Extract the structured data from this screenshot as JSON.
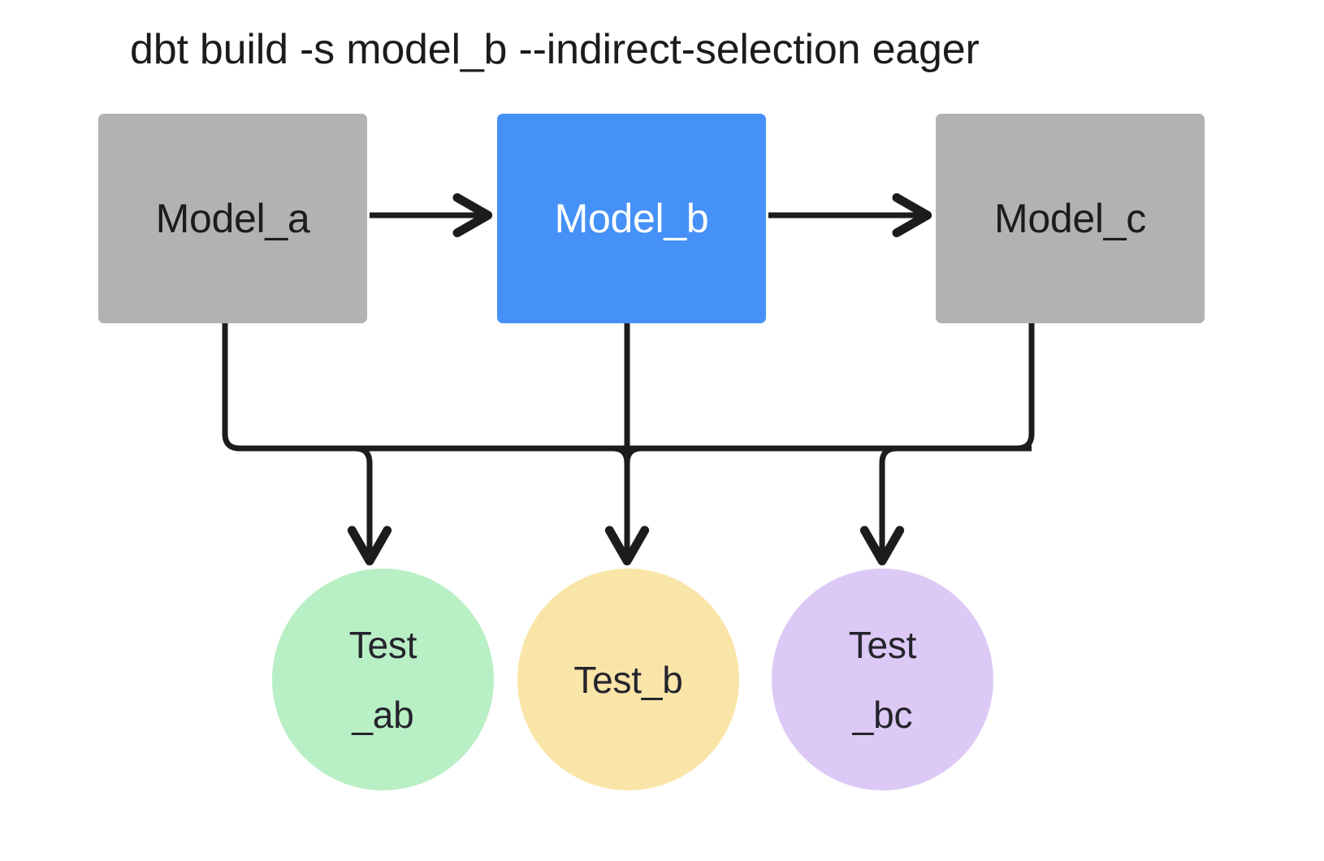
{
  "title": "dbt build -s model_b --indirect-selection eager",
  "colors": {
    "background": "#ffffff",
    "model_default_fill": "#b2b2b2",
    "model_selected_fill": "#4591f7",
    "model_default_text": "#1c1c1c",
    "model_selected_text": "#ffffff",
    "test_ab_fill": "#b9efc5",
    "test_b_fill": "#fae5a8",
    "test_bc_fill": "#ddc9f5",
    "test_text": "#24242c",
    "edge_stroke": "#1c1c1c"
  },
  "models": [
    {
      "id": "model_a",
      "label": "Model_a",
      "selected": false
    },
    {
      "id": "model_b",
      "label": "Model_b",
      "selected": true
    },
    {
      "id": "model_c",
      "label": "Model_c",
      "selected": false
    }
  ],
  "tests": [
    {
      "id": "test_ab",
      "label": "Test\n_ab"
    },
    {
      "id": "test_b",
      "label": "Test_b"
    },
    {
      "id": "test_bc",
      "label": "Test\n_bc"
    }
  ],
  "edges": [
    {
      "from": "model_a",
      "to": "model_b",
      "kind": "ref"
    },
    {
      "from": "model_b",
      "to": "model_c",
      "kind": "ref"
    },
    {
      "from": "model_a",
      "to": "test_ab",
      "kind": "test"
    },
    {
      "from": "model_b",
      "to": "test_ab",
      "kind": "test"
    },
    {
      "from": "model_b",
      "to": "test_b",
      "kind": "test"
    },
    {
      "from": "model_b",
      "to": "test_bc",
      "kind": "test"
    },
    {
      "from": "model_c",
      "to": "test_bc",
      "kind": "test"
    }
  ]
}
